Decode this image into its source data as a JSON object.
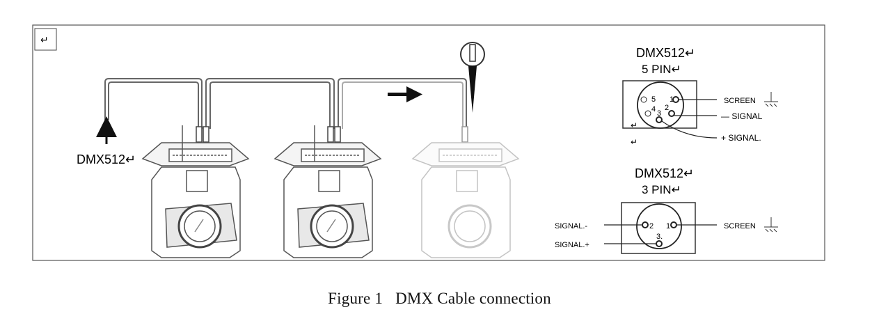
{
  "diagram": {
    "input_label": "DMX512↵",
    "corner_mark": "↵",
    "pin5": {
      "title": "DMX512↵",
      "subtitle": "5 PIN↵",
      "pins": [
        "1",
        "2",
        "3",
        "4",
        "5"
      ],
      "labels": {
        "screen": "SCREEN",
        "minus": "— SIGNAL",
        "plus": "+ SIGNAL.",
        "return1": "↵",
        "return2": "↵"
      }
    },
    "pin3": {
      "title": "DMX512↵",
      "subtitle": "3 PIN↵",
      "pins": [
        "1",
        "2",
        "3.‎"
      ],
      "labels": {
        "minus": "SIGNAL.-",
        "plus": "SIGNAL.+",
        "screen": "SCREEN"
      }
    }
  },
  "caption": {
    "figure": "Figure 1",
    "title": "DMX Cable connection"
  }
}
